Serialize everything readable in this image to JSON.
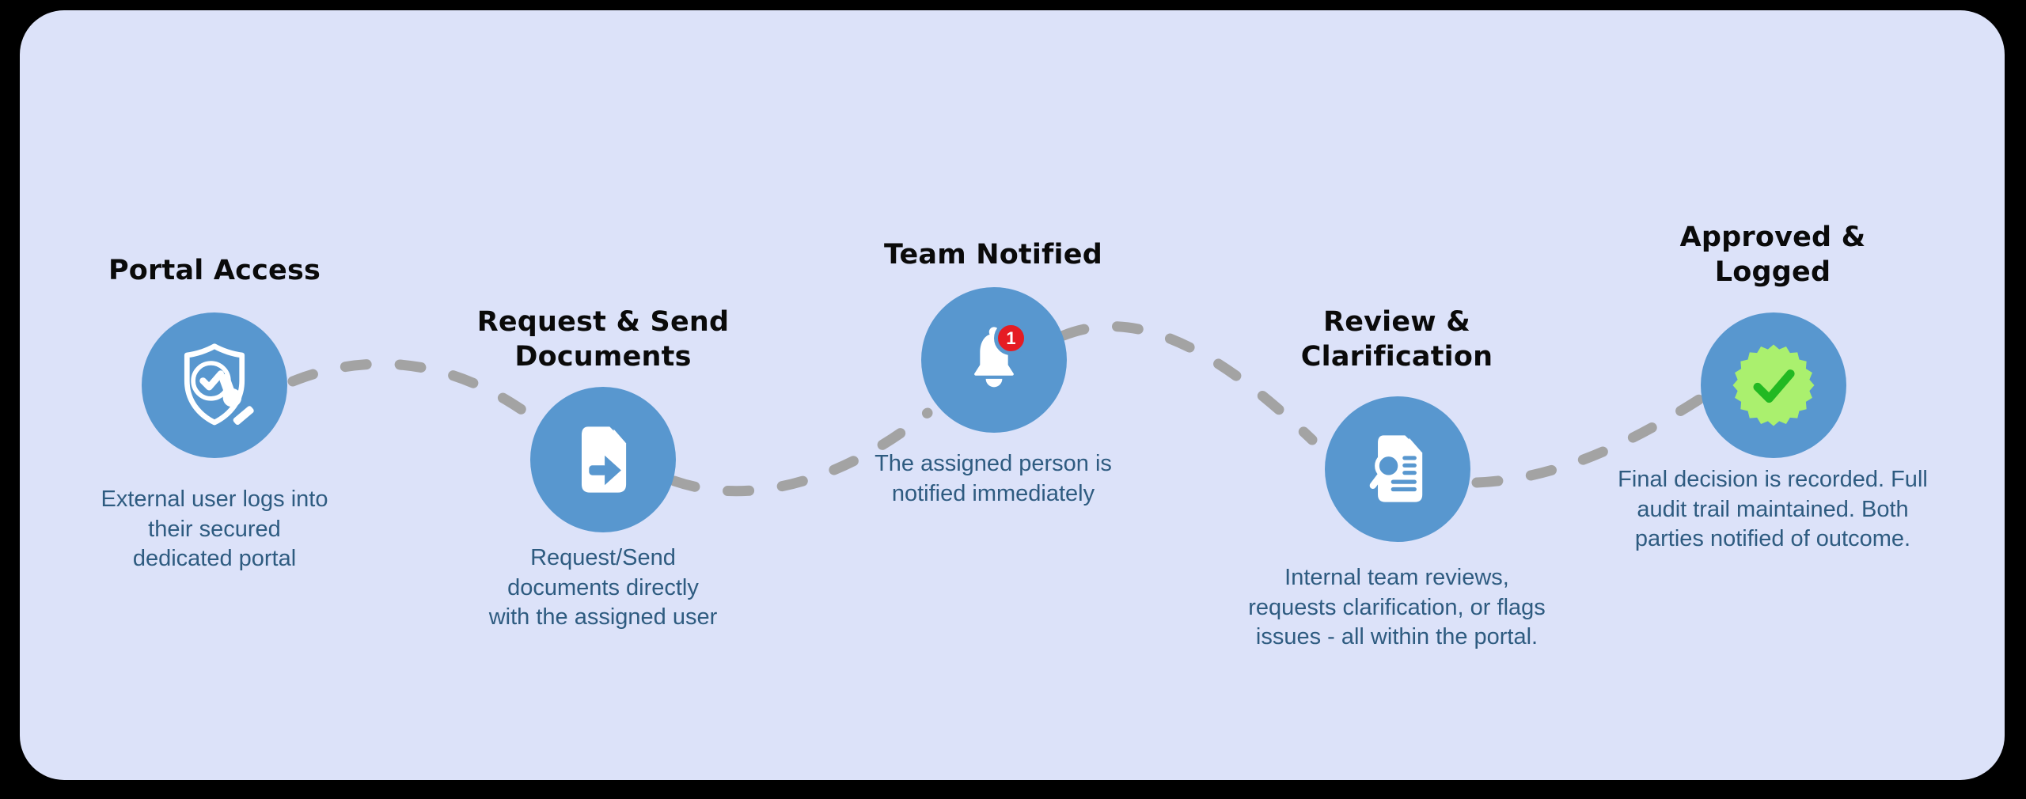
{
  "colors": {
    "outer_background": "#000000",
    "panel_background": "#dce2f9",
    "circle_blue": "#5897cf",
    "dash_gray": "#a3a3a3",
    "title_text": "#0a0a0a",
    "description_text": "#2e5b80",
    "badge_red": "#e51c23",
    "badge_text": "#ffffff",
    "seal_green": "#aaf06e",
    "seal_check_green": "#22b922",
    "icon_white": "#ffffff"
  },
  "steps": [
    {
      "id": "portal-access",
      "title_lines": [
        "Portal Access"
      ],
      "desc_lines": [
        "External user logs into",
        "their secured",
        "dedicated portal"
      ],
      "icon": "shield-check-click-icon"
    },
    {
      "id": "request-send-documents",
      "title_lines": [
        "Request & Send",
        "Documents"
      ],
      "desc_lines": [
        "Request/Send",
        "documents directly",
        "with the assigned user"
      ],
      "icon": "document-send-icon"
    },
    {
      "id": "team-notified",
      "title_lines": [
        "Team Notified"
      ],
      "desc_lines": [
        "The assigned person is",
        "notified immediately"
      ],
      "icon": "bell-notification-icon",
      "badge": "1"
    },
    {
      "id": "review-clarification",
      "title_lines": [
        "Review &",
        "Clarification"
      ],
      "desc_lines": [
        "Internal team reviews,",
        "requests clarification, or flags",
        "issues - all within the portal."
      ],
      "icon": "document-search-icon"
    },
    {
      "id": "approved-logged",
      "title_lines": [
        "Approved &",
        "Logged"
      ],
      "desc_lines": [
        "Final decision is recorded. Full",
        "audit trail maintained. Both",
        "parties notified of outcome."
      ],
      "icon": "approval-seal-icon"
    }
  ]
}
